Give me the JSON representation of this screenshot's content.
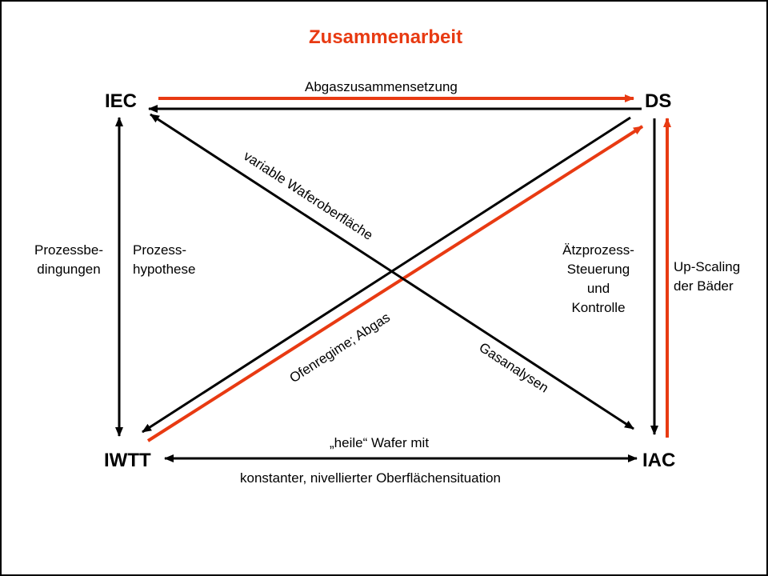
{
  "title": "Zusammenarbeit",
  "colors": {
    "accent": "#e83a12",
    "line": "#000000",
    "background": "#ffffff"
  },
  "nodes": {
    "iec": "IEC",
    "ds": "DS",
    "iwtt": "IWTT",
    "iac": "IAC"
  },
  "edges": {
    "iec_ds_top": "Abgaszusammensetzung",
    "iwtt_ds_diag": "Ofenregime; Abgas",
    "ds_iec_diag": "variable Waferoberfläche",
    "iac_diag": "Gasanalysen",
    "left_outer": [
      "Prozessbe-",
      "dingungen"
    ],
    "left_inner": [
      "Prozess-",
      "hypothese"
    ],
    "right_inner": [
      "Ätzprozess-",
      "Steuerung",
      "und",
      "Kontrolle"
    ],
    "right_outer": [
      "Up-Scaling",
      "der Bäder"
    ],
    "bottom_top": "„heile“ Wafer mit",
    "bottom_bottom": "konstanter, nivellierter Oberflächensituation"
  }
}
